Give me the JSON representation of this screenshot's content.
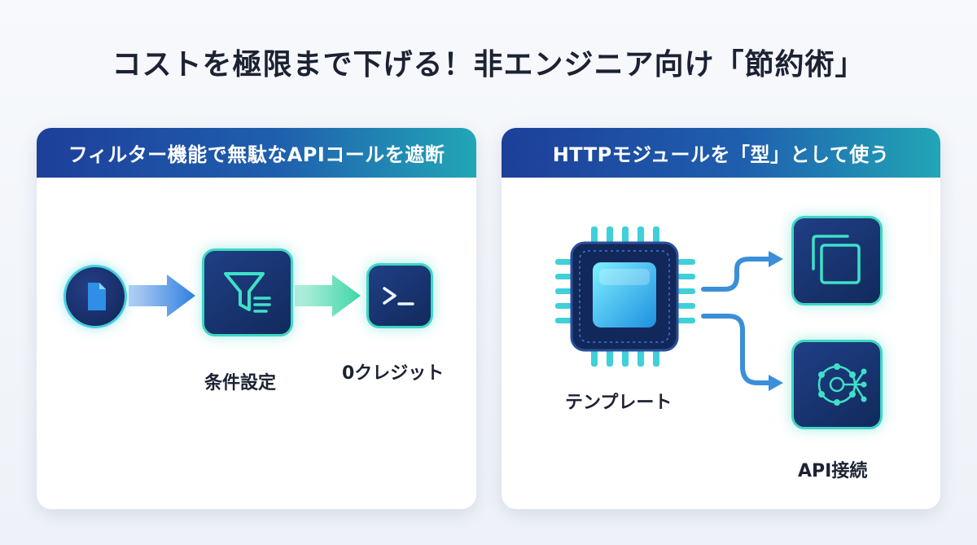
{
  "title": "コストを極限まで下げる！非エンジニア向け「節約術」",
  "left_panel": {
    "header": "フィルター機能で無駄なAPIコールを遮断",
    "filter_label": "条件設定",
    "terminal_label": "0クレジット"
  },
  "right_panel": {
    "header": "HTTPモジュールを「型」として使う",
    "chip_label": "テンプレート",
    "api_label": "API接続"
  },
  "colors": {
    "header_start": "#1d3f9a",
    "header_end": "#22a6b6",
    "tile_bg": "#122a5c",
    "glow": "#3fd6c4",
    "arrow": "#3a8fd8"
  },
  "icons": [
    "document-icon",
    "filter-icon",
    "terminal-icon",
    "chip-icon",
    "copy-icon",
    "network-icon",
    "arrow-icon"
  ]
}
